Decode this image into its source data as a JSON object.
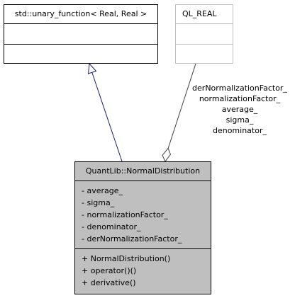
{
  "classes": {
    "unary_function": {
      "name": "std::unary_function< Real, Real >",
      "attributes": [],
      "methods": []
    },
    "ql_real": {
      "name": "QL_REAL",
      "attributes": [],
      "methods": []
    },
    "normal_distribution": {
      "name": "QuantLib::NormalDistribution",
      "attributes": [
        "- average_",
        "- sigma_",
        "- normalizationFactor_",
        "- denominator_",
        "- derNormalizationFactor_"
      ],
      "methods": [
        "+ NormalDistribution()",
        "+ operator()()",
        "+ derivative()"
      ]
    }
  },
  "edges": {
    "inheritance": {
      "from": "QuantLib::NormalDistribution",
      "to": "std::unary_function< Real, Real >",
      "type": "inheritance"
    },
    "composition": {
      "from": "QL_REAL",
      "to": "QuantLib::NormalDistribution",
      "type": "aggregation",
      "labels": [
        "derNormalizationFactor_",
        "normalizationFactor_",
        "average_",
        "sigma_",
        "denominator_"
      ]
    }
  },
  "colors": {
    "inheritance_line": "#191970",
    "composition_line": "#404040",
    "highlight_fill": "#bfbfbf",
    "grey_border": "#bfbfbf",
    "grey_text": "#404040"
  }
}
